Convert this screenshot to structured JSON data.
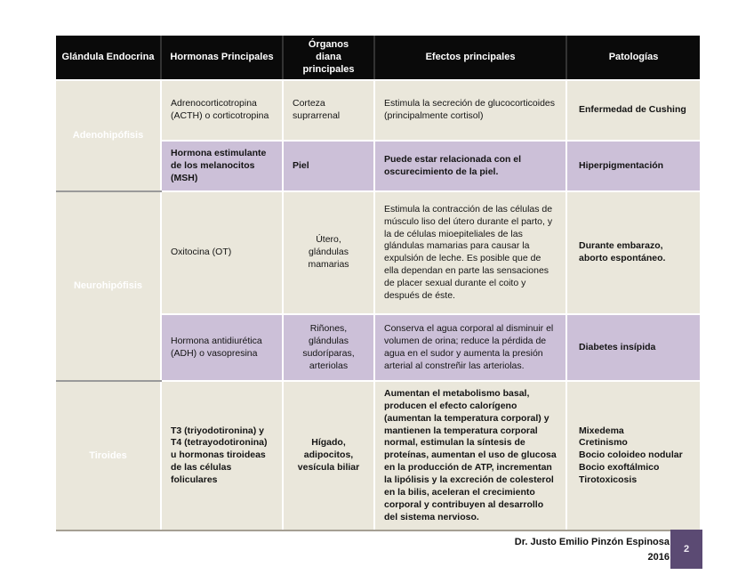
{
  "table": {
    "headers": [
      "Glándula Endocrina",
      "Hormonas Principales",
      "Órganos\ndiana\nprincipales",
      "Efectos principales",
      "Patologías"
    ],
    "rows": [
      {
        "gland": "Adenohipófisis",
        "hormone": "Adrenocorticotropina (ACTH) o corticotropina",
        "organ": "Corteza suprarrenal",
        "effect": "Estimula la secreción de glucocorticoides (principalmente cortisol)",
        "pathology": "Enfermedad de Cushing"
      },
      {
        "hormone": "Hormona estimulante de los melanocitos (MSH)",
        "organ": "Piel",
        "effect": "Puede estar relacionada con el oscurecimiento de la piel.",
        "pathology": "Hiperpigmentación"
      },
      {
        "gland": "Neurohipófisis",
        "hormone": "Oxitocina (OT)",
        "organ": "Útero,\nglándulas\nmamarias",
        "effect": "Estimula la contracción de las células de músculo liso del útero durante el parto, y la de células mioepiteliales de las glándulas mamarias para causar la expulsión de leche. Es posible que de ella dependan en parte las sensaciones de placer sexual durante el coito y después de éste.",
        "pathology": "Durante embarazo,\naborto espontáneo."
      },
      {
        "hormone": "Hormona antidiurética (ADH) o vasopresina",
        "organ": "Riñones,\nglándulas\nsudoríparas,\narteriolas",
        "effect": "Conserva el agua corporal al disminuir el volumen de orina; reduce la pérdida de agua en el sudor y aumenta la presión arterial al constreñir las arteriolas.",
        "pathology": "Diabetes insípida"
      },
      {
        "gland": "Tiroides",
        "hormone": "T3 (triyodotironina) y T4 (tetrayodotironina) u hormonas tiroideas de las células foliculares",
        "organ": "Hígado,\nadipocitos,\nvesícula biliar",
        "effect": "Aumentan el metabolismo basal, producen el efecto calorígeno (aumentan la temperatura corporal) y mantienen la temperatura corporal normal, estimulan la síntesis de proteínas, aumentan el uso de glucosa en la producción de ATP, incrementan la lipólisis y la excreción de colesterol en la bilis, aceleran el crecimiento corporal y contribuyen al desarrollo del sistema nervioso.",
        "pathology": "Mixedema\nCretinismo\nBocio coloideo nodular\nBocio exoftálmico\nTirotoxicosis"
      }
    ]
  },
  "footer": {
    "author": "Dr. Justo Emilio Pinzón Espinosa",
    "year": "2016",
    "page": "2"
  },
  "colors": {
    "header_bg": "#0a0a0a",
    "row_beige": "#eae7db",
    "row_purple": "#ccc0d8",
    "page_box": "#5b4a73"
  }
}
